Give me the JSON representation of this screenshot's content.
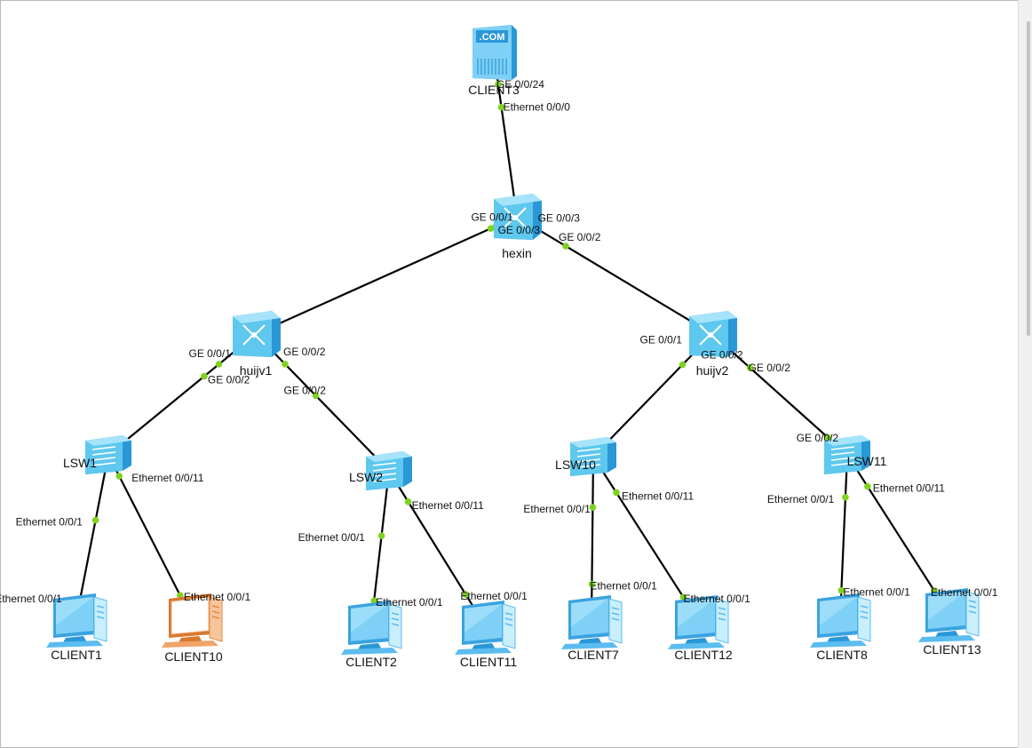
{
  "colors": {
    "link": "#000000",
    "port_dot": "#7ed321",
    "switch_front": "#5ec8ee",
    "switch_side": "#2a97d6",
    "pc_blue": "#5bbcf0",
    "pc_orange": "#f0a46a",
    "server_blue": "#4db3ec"
  },
  "devices": [
    {
      "id": "client3",
      "name": "CLIENT3",
      "icon": "server-icon"
    },
    {
      "id": "hexin",
      "name": "hexin",
      "icon": "core-switch-icon"
    },
    {
      "id": "huijv1",
      "name": "huijv1",
      "icon": "core-switch-icon"
    },
    {
      "id": "huijv2",
      "name": "huijv2",
      "icon": "core-switch-icon"
    },
    {
      "id": "lsw1",
      "name": "LSW1",
      "icon": "switch-icon"
    },
    {
      "id": "lsw2",
      "name": "LSW2",
      "icon": "switch-icon"
    },
    {
      "id": "lsw10",
      "name": "LSW10",
      "icon": "switch-icon"
    },
    {
      "id": "lsw11",
      "name": "LSW11",
      "icon": "switch-icon"
    },
    {
      "id": "client1",
      "name": "CLIENT1",
      "icon": "pc-icon"
    },
    {
      "id": "client10",
      "name": "CLIENT10",
      "icon": "pc-icon-orange"
    },
    {
      "id": "client2",
      "name": "CLIENT2",
      "icon": "pc-icon"
    },
    {
      "id": "client11",
      "name": "CLIENT11",
      "icon": "pc-icon"
    },
    {
      "id": "client7",
      "name": "CLIENT7",
      "icon": "pc-icon"
    },
    {
      "id": "client12",
      "name": "CLIENT12",
      "icon": "pc-icon"
    },
    {
      "id": "client8",
      "name": "CLIENT8",
      "icon": "pc-icon"
    },
    {
      "id": "client13",
      "name": "CLIENT13",
      "icon": "pc-icon"
    }
  ],
  "links": [
    {
      "from": "client3",
      "to": "hexin",
      "from_port": "Ethernet 0/0/0",
      "to_port": "GE 0/0/24"
    },
    {
      "from": "hexin",
      "to": "huijv1",
      "from_port": "GE 0/0/1",
      "to_port": "GE 0/0/3"
    },
    {
      "from": "hexin",
      "to": "huijv2",
      "from_port": "GE 0/0/2",
      "to_port": "GE 0/0/3"
    },
    {
      "from": "huijv1",
      "to": "lsw1",
      "from_port": "GE 0/0/1",
      "to_port": "GE 0/0/2"
    },
    {
      "from": "huijv1",
      "to": "lsw2",
      "from_port": "GE 0/0/2",
      "to_port": "GE 0/0/2"
    },
    {
      "from": "huijv2",
      "to": "lsw10",
      "from_port": "GE 0/0/1",
      "to_port": "GE 0/0/2"
    },
    {
      "from": "huijv2",
      "to": "lsw11",
      "from_port": "GE 0/0/2",
      "to_port": "GE 0/0/2"
    },
    {
      "from": "lsw1",
      "to": "client1",
      "from_port": "Ethernet 0/0/1",
      "to_port": "Ethernet 0/0/1"
    },
    {
      "from": "lsw1",
      "to": "client10",
      "from_port": "Ethernet 0/0/11",
      "to_port": "Ethernet 0/0/1"
    },
    {
      "from": "lsw2",
      "to": "client2",
      "from_port": "Ethernet 0/0/1",
      "to_port": "Ethernet 0/0/1"
    },
    {
      "from": "lsw2",
      "to": "client11",
      "from_port": "Ethernet 0/0/11",
      "to_port": "Ethernet 0/0/1"
    },
    {
      "from": "lsw10",
      "to": "client7",
      "from_port": "Ethernet 0/0/1",
      "to_port": "Ethernet 0/0/1"
    },
    {
      "from": "lsw10",
      "to": "client12",
      "from_port": "Ethernet 0/0/11",
      "to_port": "Ethernet 0/0/1"
    },
    {
      "from": "lsw11",
      "to": "client8",
      "from_port": "Ethernet 0/0/1",
      "to_port": "Ethernet 0/0/1"
    },
    {
      "from": "lsw11",
      "to": "client13",
      "from_port": "Ethernet 0/0/11",
      "to_port": "Ethernet 0/0/1"
    }
  ]
}
